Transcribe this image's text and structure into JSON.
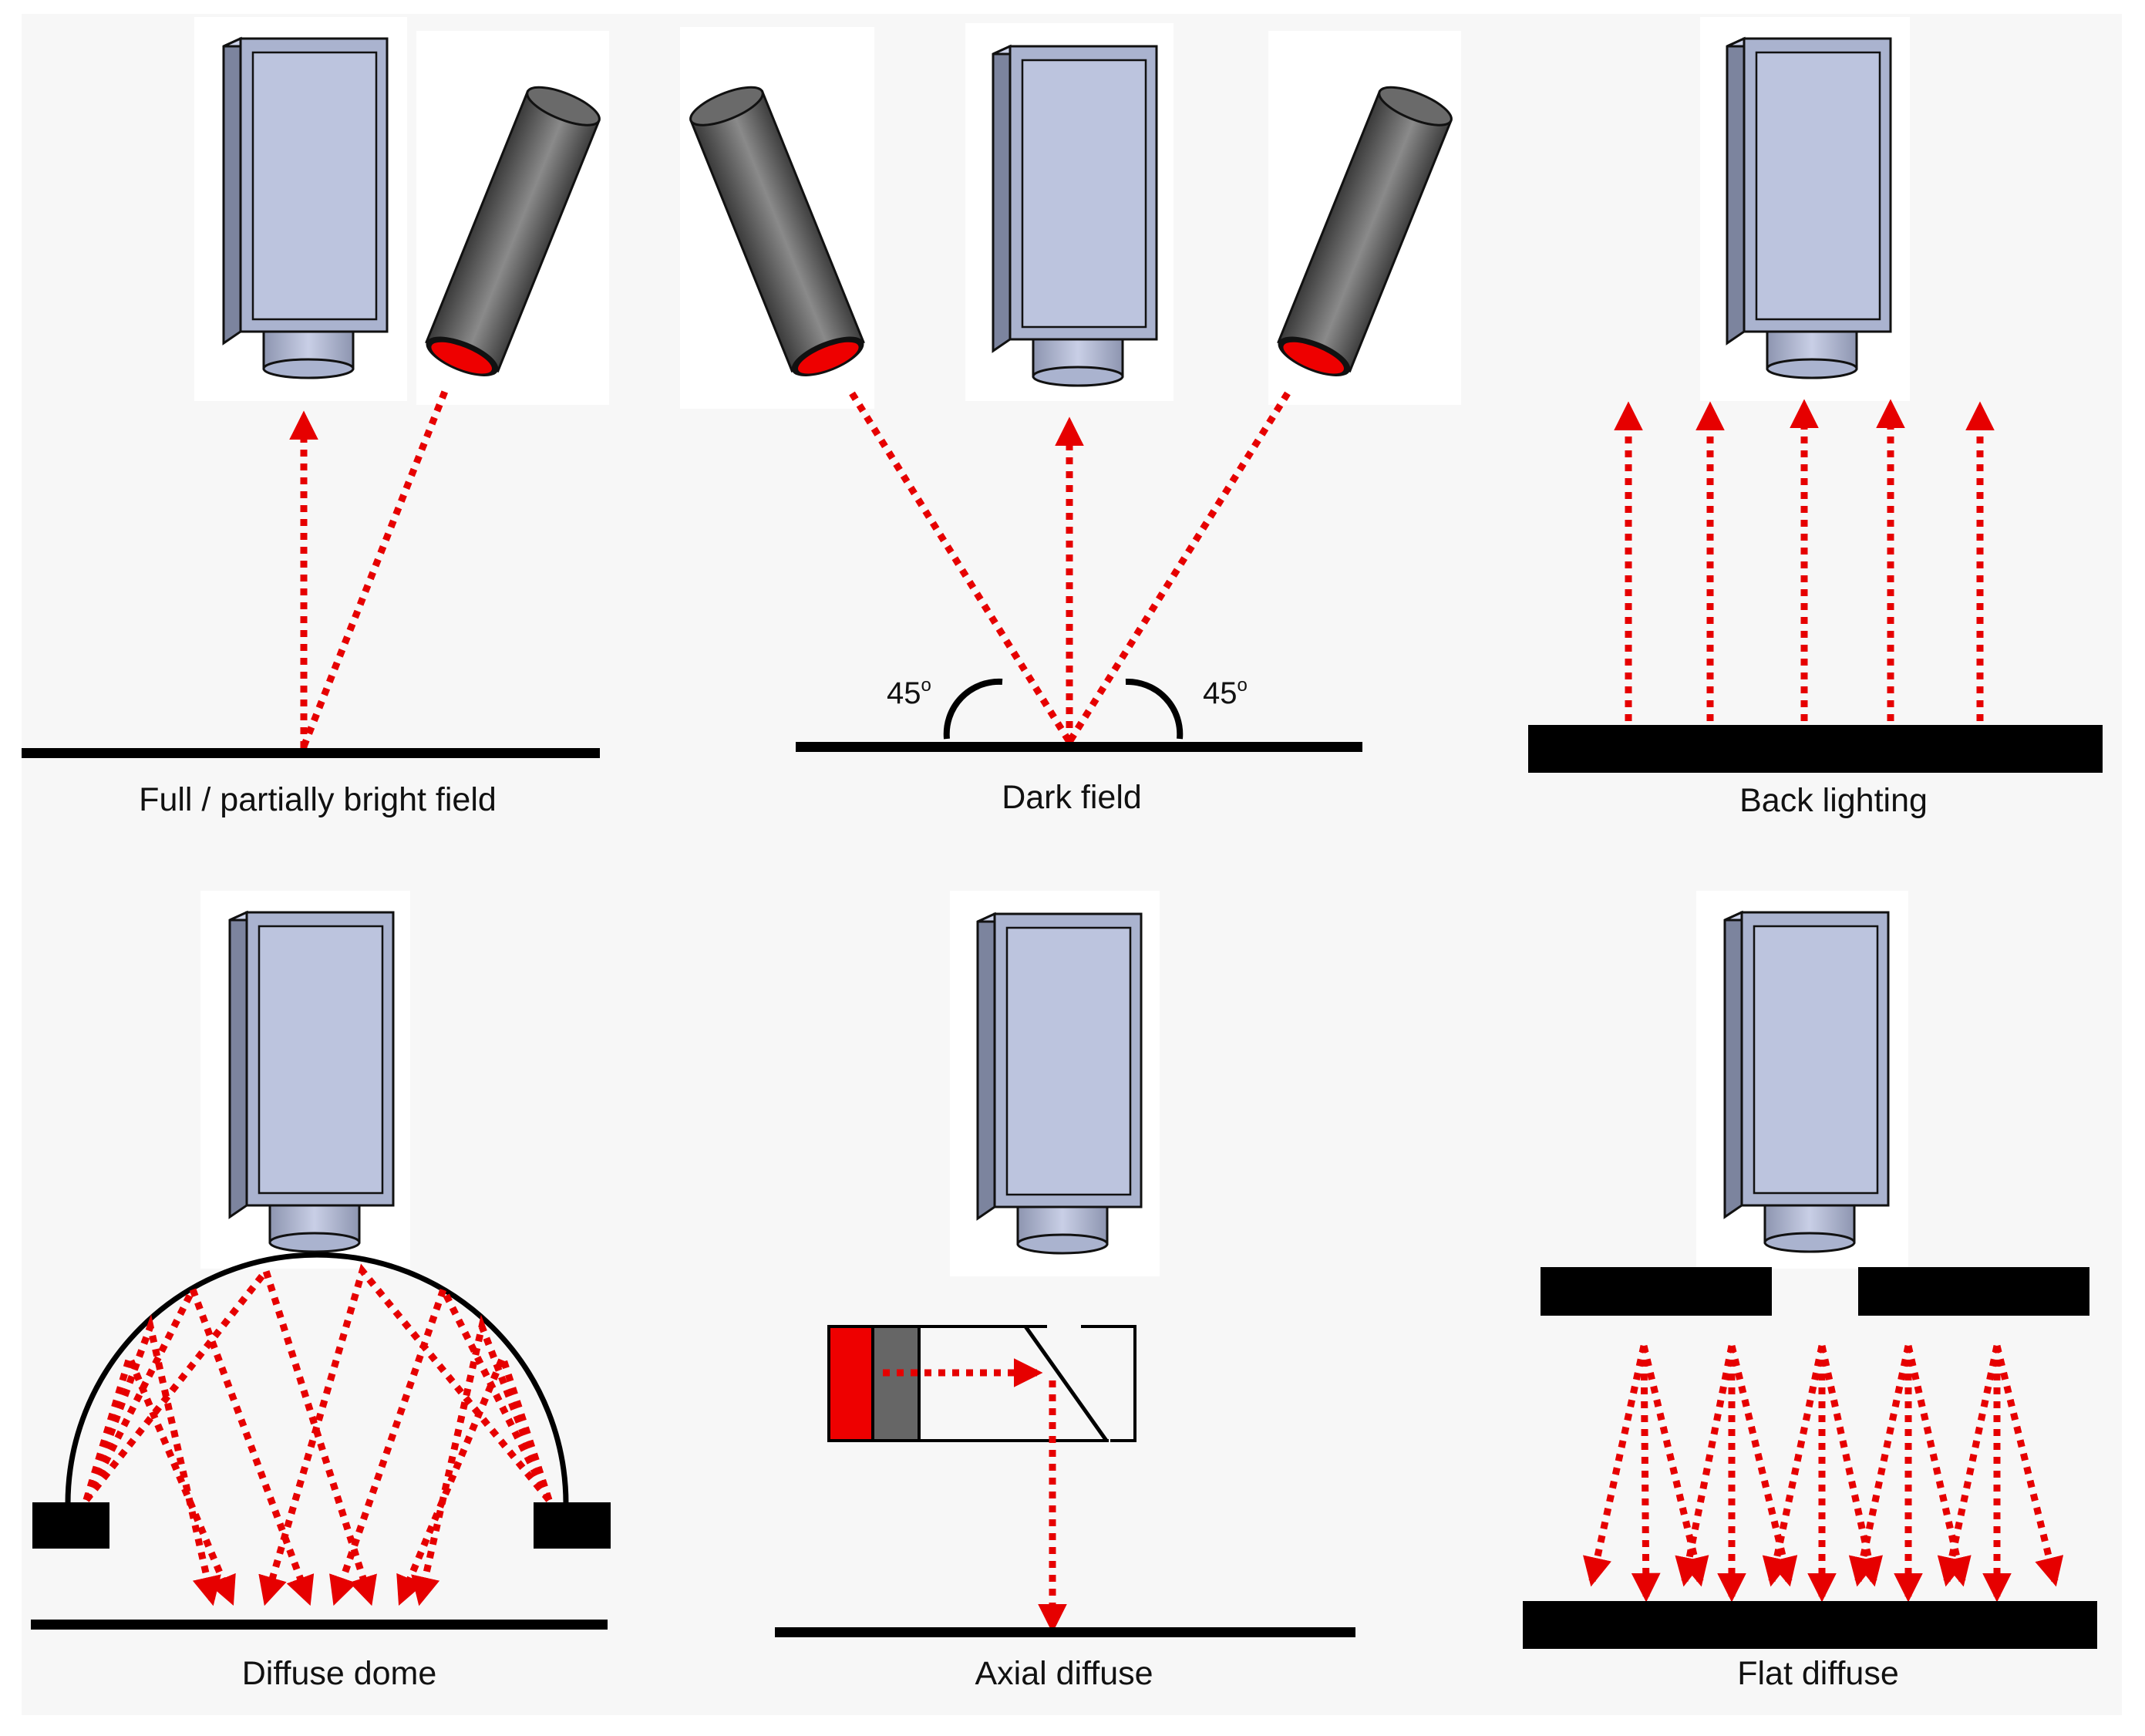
{
  "panels": {
    "bright_field": {
      "caption": "Full / partially bright field"
    },
    "dark_field": {
      "caption": "Dark field",
      "angle_left": "45",
      "angle_right": "45",
      "angle_unit": "o"
    },
    "back_lighting": {
      "caption": "Back lighting"
    },
    "diffuse_dome": {
      "caption": "Diffuse dome"
    },
    "axial_diffuse": {
      "caption": "Axial diffuse"
    },
    "flat_diffuse": {
      "caption": "Flat diffuse"
    }
  },
  "colors": {
    "background": "#f7f7f7",
    "card": "#ffffff",
    "camera_body": "#aab3cf",
    "camera_face": "#bcc4de",
    "camera_dark": "#7c849e",
    "light_tube": "#555555",
    "light_emitter": "#ee0000",
    "ray": "#e60000",
    "surface": "#000000"
  },
  "icons": [
    "camera-icon",
    "light-tube-icon",
    "beam-splitter-icon",
    "dome-light-icon"
  ]
}
